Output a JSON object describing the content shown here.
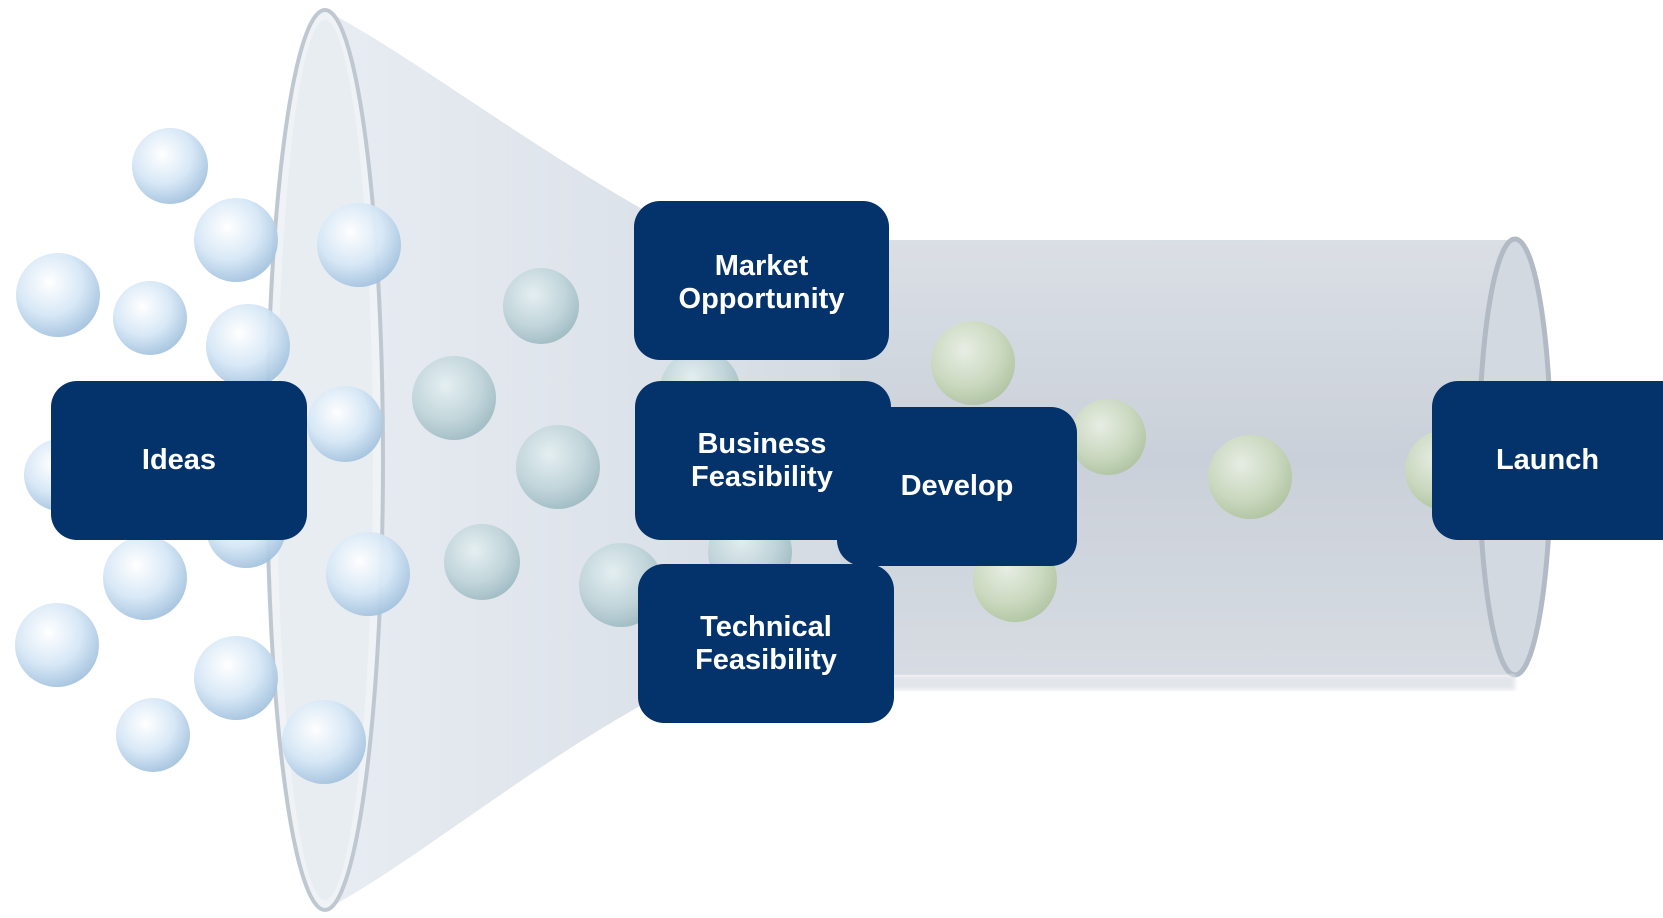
{
  "colors": {
    "box_fill": "#04326a",
    "box_text": "#ffffff",
    "funnel": "#c7cdd6",
    "idea_bubble": "#cfe2f3",
    "developed_bubble": "#c9dab8"
  },
  "stages": {
    "ideas": "Ideas",
    "market": "Market\nOpportunity",
    "business": "Business\nFeasibility",
    "technical": "Technical\nFeasibility",
    "develop": "Develop",
    "launch": "Launch"
  },
  "icons": {
    "funnel": "funnel-graphic",
    "bubbles": "idea-bubble"
  }
}
